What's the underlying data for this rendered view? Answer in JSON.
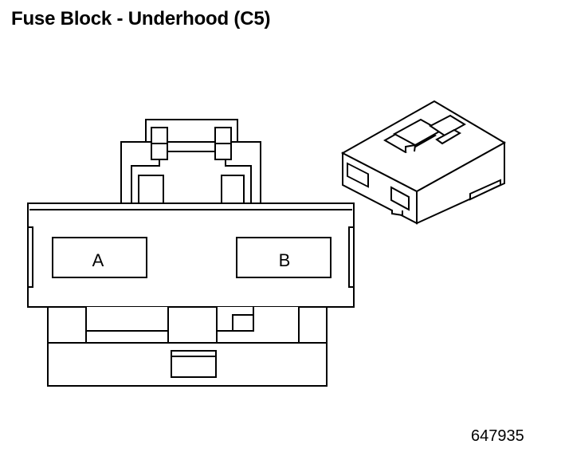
{
  "title": "Fuse Block - Underhood (C5)",
  "figure_number": "647935",
  "cavities": [
    {
      "label": "A"
    },
    {
      "label": "B"
    }
  ]
}
